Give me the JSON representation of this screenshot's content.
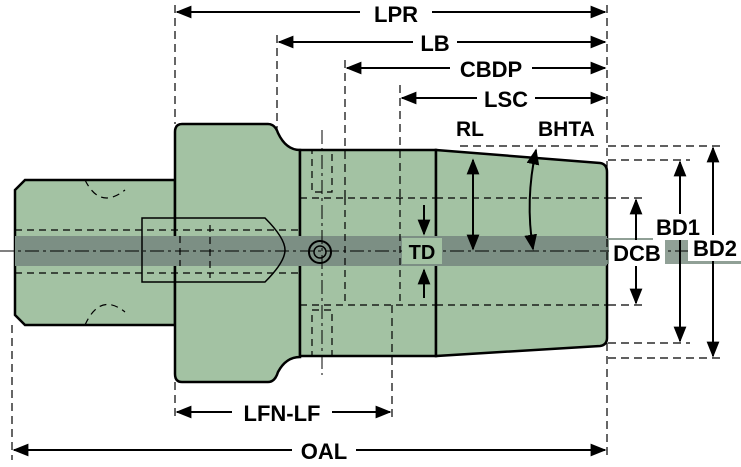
{
  "labels": {
    "lpr": "LPR",
    "lb": "LB",
    "cbdp": "CBDP",
    "lsc": "LSC",
    "rl": "RL",
    "bhta": "BHTA",
    "td": "TD",
    "bd1": "BD1",
    "dcb": "DCB",
    "bd2": "BD2",
    "lfn_lf": "LFN-LF",
    "oal": "OAL"
  },
  "colors": {
    "body_fill": "#a3c2a3",
    "bore_band": "#7c8f84",
    "outline": "#000000",
    "hidden_line": "#000000"
  }
}
